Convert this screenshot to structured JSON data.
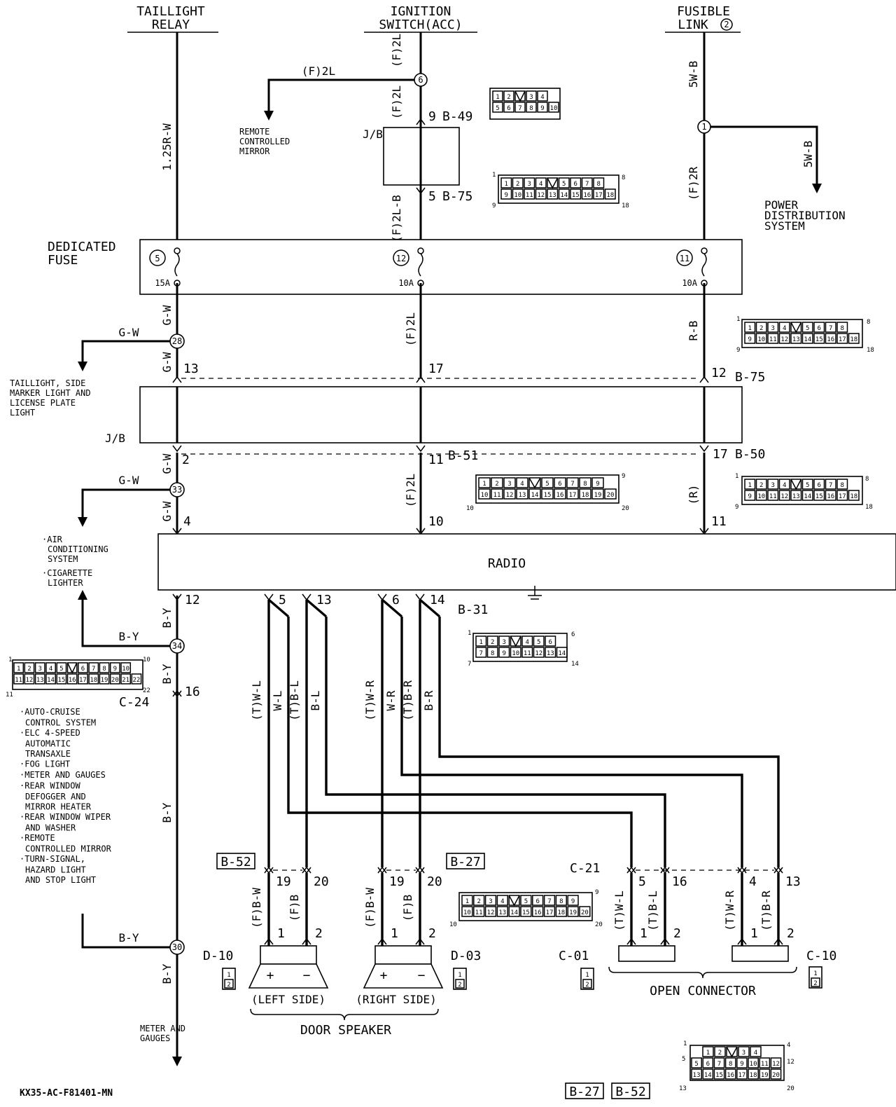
{
  "top_labels": {
    "taillight_relay": [
      "TAILLIGHT",
      "RELAY"
    ],
    "ignition_switch": [
      "IGNITION",
      "SWITCH(ACC)"
    ],
    "fusible_link": [
      "FUSIBLE",
      "LINK"
    ],
    "fusible_link_num": "2"
  },
  "wires": {
    "w_1_25rw": "1.25R-W",
    "w_f2l_top": "(F)2L",
    "w_f2l_branch": "(F)2L",
    "w_f2l_mid": "(F)2L",
    "w_f2lb": "(F)2L-B",
    "w_5wb": "5W-B",
    "w_5wb_branch": "5W-B",
    "w_f2r": "(F)2R",
    "w_gw": "G-W",
    "w_rb": "R-B",
    "w_r": "(R)",
    "w_f2l_low": "(F)2L",
    "w_by": "B-Y",
    "w_tWL": "(T)W-L",
    "w_WL": "W-L",
    "w_tBL": "(T)B-L",
    "w_BL": "B-L",
    "w_tWR": "(T)W-R",
    "w_WR": "W-R",
    "w_tBR": "(T)B-R",
    "w_BR": "B-R",
    "w_fBW": "(F)B-W",
    "w_fB": "(F)B",
    "w_fBW2": "(F)B-W",
    "w_fB2": "(F)B",
    "w_tWL2": "(T)W-L",
    "w_tBL2": "(T)B-L",
    "w_tWR2": "(T)W-R",
    "w_tBR2": "(T)B-R"
  },
  "destinations": {
    "remote_mirror": [
      "REMOTE",
      "CONTROLLED",
      "MIRROR"
    ],
    "power_dist": [
      "POWER",
      "DISTRIBUTION",
      "SYSTEM"
    ],
    "taillight_side": [
      "TAILLIGHT, SIDE",
      "MARKER LIGHT AND",
      "LICENSE PLATE",
      "LIGHT"
    ],
    "ac_system": [
      "·AIR",
      "CONDITIONING",
      "SYSTEM",
      "·CIGARETTE",
      "LIGHTER"
    ],
    "list_c24": [
      "·AUTO-CRUISE",
      "CONTROL SYSTEM",
      "·ELC 4-SPEED",
      "AUTOMATIC",
      "TRANSAXLE",
      "·FOG LIGHT",
      "·METER AND GAUGES",
      "·REAR WINDOW",
      "DEFOGGER AND",
      "MIRROR HEATER",
      "·REAR WINDOW WIPER",
      "AND WASHER",
      "·REMOTE",
      "CONTROLLED MIRROR",
      "·TURN-SIGNAL,",
      "HAZARD LIGHT",
      "AND STOP LIGHT"
    ],
    "meter_gauges": [
      "METER AND",
      "GAUGES"
    ]
  },
  "components": {
    "jb": "J/B",
    "jb2": "J/B",
    "dedicated_fuse": [
      "DEDICATED",
      "FUSE"
    ],
    "radio": "RADIO",
    "door_speaker": "DOOR SPEAKER",
    "left_side": "(LEFT SIDE)",
    "right_side": "(RIGHT SIDE)",
    "open_connector": "OPEN CONNECTOR",
    "plus": "+",
    "minus": "−"
  },
  "fuses": [
    {
      "num": "5",
      "amp": "15A"
    },
    {
      "num": "12",
      "amp": "10A"
    },
    {
      "num": "11",
      "amp": "10A"
    }
  ],
  "splices": {
    "s6": "6",
    "s1": "1",
    "s28": "28",
    "s33": "33",
    "s34": "34",
    "s30": "30"
  },
  "connectors": {
    "b49": "B-49",
    "b75a": "B-75",
    "b75b": "B-75",
    "b51": "B-51",
    "b50": "B-50",
    "b31": "B-31",
    "c24": "C-24",
    "c21": "C-21",
    "d10": "D-10",
    "d03": "D-03",
    "c01": "C-01",
    "c10": "C-10",
    "b52": "B-52",
    "b27": "B-27",
    "b27b": "B-27",
    "b52b": "B-52"
  },
  "pins": {
    "p9": "9",
    "p5": "5",
    "p13": "13",
    "p17": "17",
    "p12": "12",
    "p2": "2",
    "p11": "11",
    "p17b": "17",
    "p4": "4",
    "p10": "10",
    "p11b": "11",
    "p12b": "12",
    "p5b": "5",
    "p13b": "13",
    "p6": "6",
    "p14": "14",
    "p16": "16",
    "p19": "19",
    "p20": "20",
    "p19b": "19",
    "p20b": "20",
    "p5c": "5",
    "p16b": "16",
    "p4b": "4",
    "p13c": "13",
    "sp_l1": "1",
    "sp_l2": "2",
    "sp_r1": "1",
    "sp_r2": "2",
    "oc1_1": "1",
    "oc1_2": "2",
    "oc2_1": "1",
    "oc2_2": "2"
  },
  "connector_faces": {
    "b49": {
      "top": [
        "1",
        "2",
        "",
        "3",
        "4"
      ],
      "bot": [
        "5",
        "6",
        "7",
        "8",
        "9",
        "10"
      ]
    },
    "b75": {
      "top": [
        "1",
        "2",
        "3",
        "4",
        "",
        "5",
        "6",
        "7",
        "8"
      ],
      "bot": [
        "9",
        "10",
        "11",
        "12",
        "13",
        "14",
        "15",
        "16",
        "17",
        "18"
      ],
      "c1": "1",
      "c8": "8",
      "c9": "9",
      "c18": "18"
    },
    "b51": {
      "top": [
        "1",
        "2",
        "3",
        "4",
        "",
        "5",
        "6",
        "7",
        "8",
        "9"
      ],
      "bot": [
        "10",
        "11",
        "12",
        "13",
        "14",
        "15",
        "16",
        "17",
        "18",
        "19",
        "20"
      ],
      "c9": "9",
      "c10": "10",
      "c20": "20"
    },
    "b31": {
      "top": [
        "1",
        "2",
        "3",
        "",
        "4",
        "5",
        "6"
      ],
      "bot": [
        "7",
        "8",
        "9",
        "10",
        "11",
        "12",
        "13",
        "14"
      ],
      "c1": "1",
      "c6": "6",
      "c7": "7",
      "c14": "14"
    },
    "c24": {
      "top": [
        "1",
        "2",
        "3",
        "4",
        "5",
        "",
        "6",
        "7",
        "8",
        "9",
        "10"
      ],
      "bot": [
        "11",
        "12",
        "13",
        "14",
        "15",
        "16",
        "17",
        "18",
        "19",
        "20",
        "21",
        "22"
      ],
      "c1": "1",
      "c10": "10",
      "c11": "11",
      "c22": "22"
    },
    "c21": {
      "top": [
        "1",
        "2",
        "3",
        "4",
        "",
        "5",
        "6",
        "7",
        "8",
        "9"
      ],
      "bot": [
        "10",
        "11",
        "12",
        "13",
        "14",
        "15",
        "16",
        "17",
        "18",
        "19",
        "20"
      ],
      "c9": "9",
      "c10": "10",
      "c20": "20"
    },
    "b27b52": {
      "top": [
        "1",
        "2",
        "",
        "3",
        "4"
      ],
      "bot": [
        "5",
        "6",
        "7",
        "8",
        "9",
        "10",
        "11",
        "12"
      ],
      "bot2": [
        "13",
        "14",
        "15",
        "16",
        "17",
        "18",
        "19",
        "20"
      ],
      "c1": "1",
      "c4": "4",
      "c5": "5",
      "c12": "12",
      "c13": "13",
      "c20": "20"
    },
    "two_pin": [
      "1",
      "2"
    ]
  },
  "footer": "KX35-AC-F81401-MN"
}
